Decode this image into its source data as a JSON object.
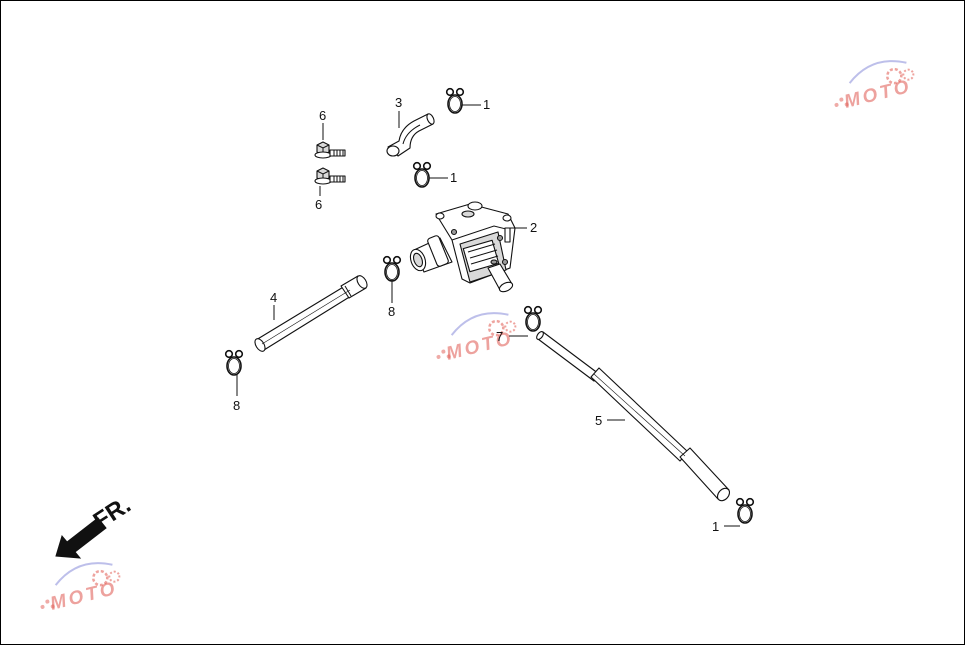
{
  "front_indicator": {
    "label": "FR.",
    "arrow_icon": "front-direction-arrow-icon"
  },
  "callouts": {
    "c1a": "1",
    "c1b": "1",
    "c1c": "1",
    "c2": "2",
    "c3": "3",
    "c4": "4",
    "c5": "5",
    "c6a": "6",
    "c6b": "6",
    "c7": "7",
    "c8a": "8",
    "c8b": "8"
  },
  "watermark": {
    "text": "MOTO",
    "icon": "moto-watermark-logo-icon",
    "color": "#e0574f"
  }
}
